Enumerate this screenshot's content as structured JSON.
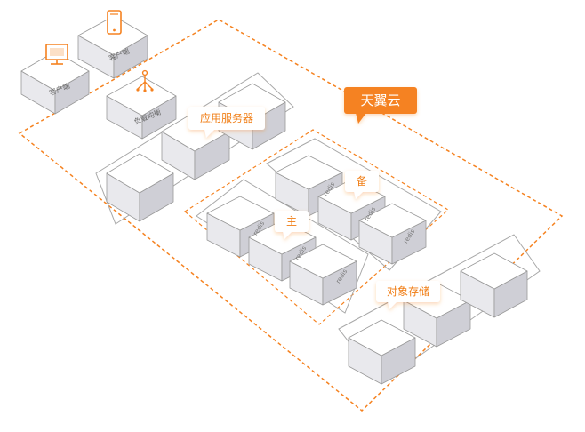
{
  "colors": {
    "accent": "#f58220",
    "box_top": "#ffffff",
    "box_left": "#e9e9ed",
    "box_right": "#cfcfd6",
    "outline": "#999999"
  },
  "cloud": {
    "label": "天翼云"
  },
  "clients": [
    {
      "label": "客户端",
      "icon": "desktop-monitor-icon"
    },
    {
      "label": "客户端",
      "icon": "mobile-phone-icon"
    }
  ],
  "load_balancer": {
    "label": "负载均衡",
    "icon": "load-balancer-icon"
  },
  "groups": {
    "app_servers": {
      "label": "应用服务器"
    },
    "redis_master": {
      "label": "主"
    },
    "redis_backup": {
      "label": "备"
    },
    "object_storage": {
      "label": "对象存储"
    }
  },
  "redis": {
    "label": "redis"
  }
}
